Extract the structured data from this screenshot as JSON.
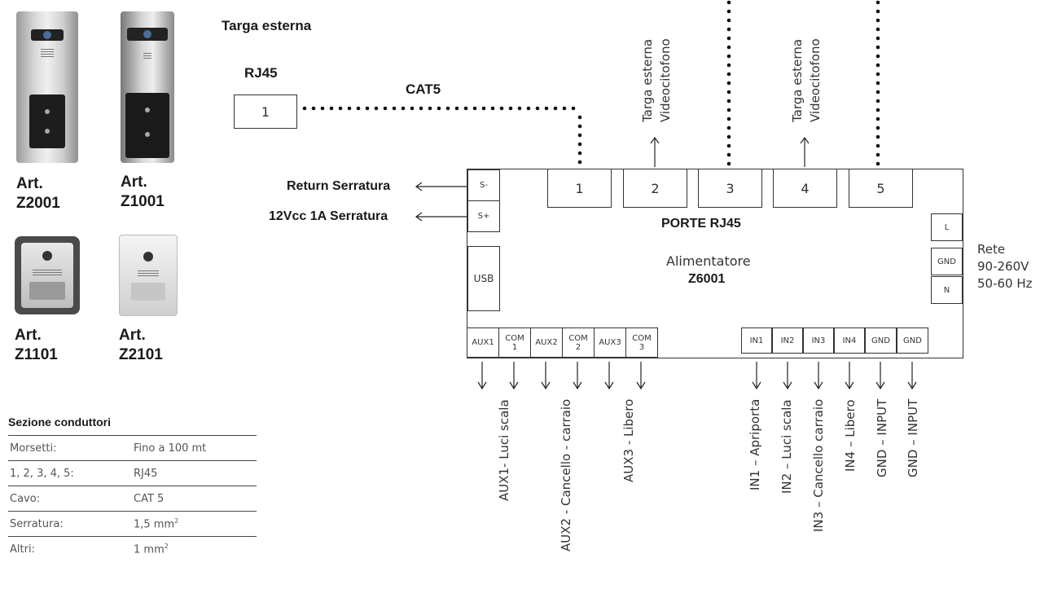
{
  "products": [
    {
      "art_prefix": "Art.",
      "code": "Z2001"
    },
    {
      "art_prefix": "Art.",
      "code": "Z1001"
    },
    {
      "art_prefix": "Art.",
      "code": "Z1101"
    },
    {
      "art_prefix": "Art.",
      "code": "Z2101"
    }
  ],
  "header": {
    "targa_esterna": "Targa esterna",
    "rj45": "RJ45",
    "cat5": "CAT5",
    "rj45_box": "1"
  },
  "top_labels": [
    {
      "line1": "Targa esterna",
      "line2": "Videocitofono"
    },
    {
      "line1": "Targa esterna",
      "line2": "Videocitofono"
    }
  ],
  "lock": {
    "return_label": "Return Serratura",
    "power_label": "12Vcc 1A Serratura",
    "s_minus": "S-",
    "s_plus": "S+"
  },
  "ports": [
    "1",
    "2",
    "3",
    "4",
    "5"
  ],
  "porte_label": "PORTE RJ45",
  "device": {
    "name": "Alimentatore",
    "code": "Z6001",
    "usb": "USB"
  },
  "power_in": {
    "l": "L",
    "gnd": "GND",
    "n": "N",
    "rete": "Rete",
    "voltage": "90-260V",
    "freq": "50-60 Hz"
  },
  "aux_terminals": [
    {
      "l1": "AUX1",
      "l2": ""
    },
    {
      "l1": "COM",
      "l2": "1"
    },
    {
      "l1": "AUX2",
      "l2": ""
    },
    {
      "l1": "COM",
      "l2": "2"
    },
    {
      "l1": "AUX3",
      "l2": ""
    },
    {
      "l1": "COM",
      "l2": "3"
    }
  ],
  "in_terminals": [
    "IN1",
    "IN2",
    "IN3",
    "IN4",
    "GND",
    "GND"
  ],
  "aux_outputs": [
    "AUX1- Luci scala",
    "AUX2 - Cancello - carraio",
    "AUX3 - Libero"
  ],
  "in_outputs": [
    "IN1 – Apriporta",
    "IN2 – Luci scala",
    "IN3 – Cancello carraio",
    "IN4 – Libero",
    "GND – INPUT",
    "GND – INPUT"
  ],
  "table": {
    "title": "Sezione conduttori",
    "rows": [
      {
        "k": "Morsetti:",
        "v": "Fino a 100 mt",
        "sup": ""
      },
      {
        "k": "1, 2, 3, 4, 5:",
        "v": "RJ45",
        "sup": ""
      },
      {
        "k": "Cavo:",
        "v": "CAT 5",
        "sup": ""
      },
      {
        "k": "Serratura:",
        "v": "1,5 mm",
        "sup": "2"
      },
      {
        "k": "Altri:",
        "v": "1 mm",
        "sup": "2"
      }
    ]
  }
}
